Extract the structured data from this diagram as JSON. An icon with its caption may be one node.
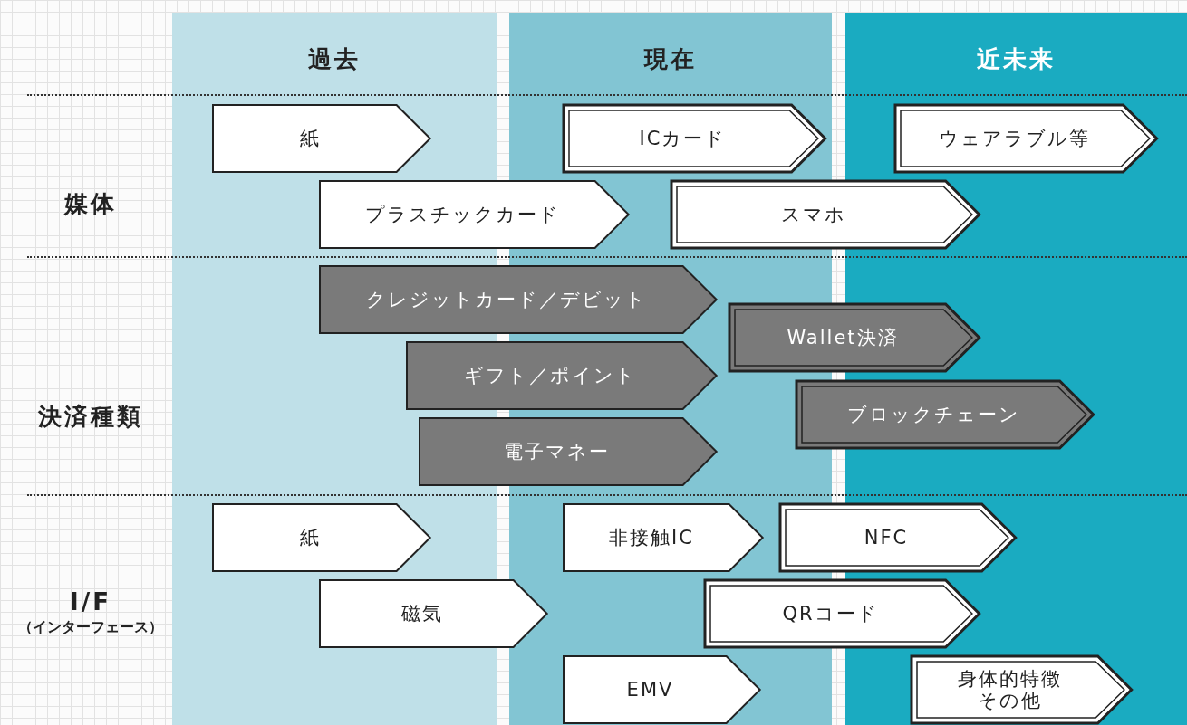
{
  "diagram": {
    "nodes": [
      {
        "text": [
          "過去"
        ]
      },
      {
        "text": [
          "現在"
        ]
      },
      {
        "text": [
          "近未来"
        ]
      },
      {
        "text": [
          "紙"
        ],
        "in": 0
      },
      {
        "text": [
          "ICカード"
        ],
        "in": 1
      },
      {
        "text": [
          "ウェアラブル等"
        ],
        "in": 2
      },
      {
        "text": [
          "プラスチックカード"
        ]
      },
      {
        "text": [
          "スマホ"
        ]
      },
      {
        "text": [
          "クレジットカード／デビット"
        ]
      },
      {
        "text": [
          "Wallet決済"
        ]
      },
      {
        "text": [
          "ギフト／ポイント"
        ]
      },
      {
        "text": [
          "ブロックチェーン"
        ]
      },
      {
        "text": [
          "電子マネー"
        ]
      },
      {
        "text": [
          "紙"
        ],
        "in": 0
      },
      {
        "text": [
          "非接触IC"
        ],
        "in": 1
      },
      {
        "text": [
          "NFC"
        ]
      },
      {
        "text": [
          "磁気"
        ]
      },
      {
        "text": [
          "QRコード"
        ]
      },
      {
        "text": [
          "EMV"
        ],
        "in": 1
      },
      {
        "text": [
          "身体的特徴その他"
        ],
        "in": 2
      }
    ],
    "edges": [],
    "labels": [
      "媒体",
      "決済種類",
      "I/F",
      "（インターフェース）"
    ]
  }
}
